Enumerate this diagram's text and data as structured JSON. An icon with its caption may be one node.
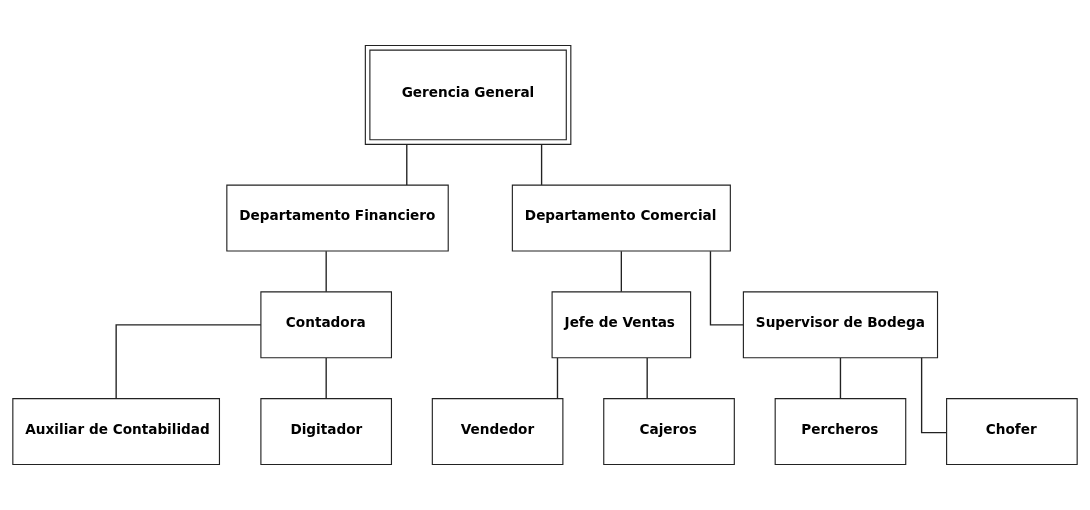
{
  "diagram": {
    "nodes": [
      {
        "text": [
          "Gerencia General"
        ]
      },
      {
        "text": [
          "Departamento Financiero"
        ]
      },
      {
        "text": [
          "Departamento Comercial"
        ]
      },
      {
        "text": [
          "Contadora"
        ]
      },
      {
        "text": [
          "Jefe de Ventas"
        ]
      },
      {
        "text": [
          "Supervisor de Bodega"
        ]
      },
      {
        "text": [
          "Auxiliar de Contabilidad"
        ]
      },
      {
        "text": [
          "Digitador"
        ]
      },
      {
        "text": [
          "Vendedor"
        ]
      },
      {
        "text": [
          "Cajeros"
        ]
      },
      {
        "text": [
          "Percheros"
        ]
      },
      {
        "text": [
          "Chofer"
        ]
      }
    ],
    "edges": [
      {
        "from": 0,
        "to": 1,
        "arrow": "none"
      },
      {
        "from": 0,
        "to": 2,
        "arrow": "none"
      },
      {
        "from": 1,
        "to": 3,
        "arrow": "none"
      },
      {
        "from": 2,
        "to": 4,
        "arrow": "none"
      },
      {
        "from": 2,
        "to": 5,
        "arrow": "none"
      },
      {
        "from": 3,
        "to": 6,
        "arrow": "none"
      },
      {
        "from": 3,
        "to": 7,
        "arrow": "none"
      },
      {
        "from": 4,
        "to": 8,
        "arrow": "none"
      },
      {
        "from": 4,
        "to": 9,
        "arrow": "none"
      },
      {
        "from": 5,
        "to": 10,
        "arrow": "none"
      },
      {
        "from": 5,
        "to": 11,
        "arrow": "none"
      }
    ]
  }
}
